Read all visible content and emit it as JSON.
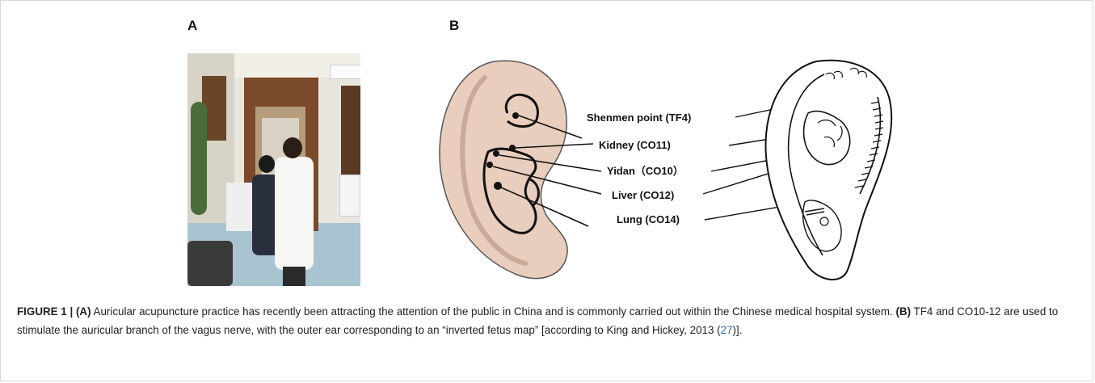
{
  "panels": {
    "a_label": "A",
    "b_label": "B"
  },
  "ear_points": {
    "shenmen": "Shenmen point (TF4)",
    "kidney": "Kidney (CO11)",
    "yidan": "Yidan（CO10）",
    "liver": "Liver (CO12)",
    "lung": "Lung (CO14)"
  },
  "caption": {
    "figure_label": "FIGURE 1 |",
    "a_tag": "(A)",
    "a_text": " Auricular acupuncture practice has recently been attracting the attention of the public in China and is commonly carried out within the Chinese medical hospital system. ",
    "b_tag": "(B)",
    "b_text": " TF4 and CO10-12 are used to stimulate the auricular branch of the vagus nerve, with the outer ear corresponding to an “inverted fetus map” [according to King and Hickey, 2013 (",
    "ref_num": "27",
    "end_text": ")]."
  },
  "colors": {
    "ear_fill": "#e9cdbd",
    "text": "#222222",
    "link": "#1f6fb6"
  }
}
